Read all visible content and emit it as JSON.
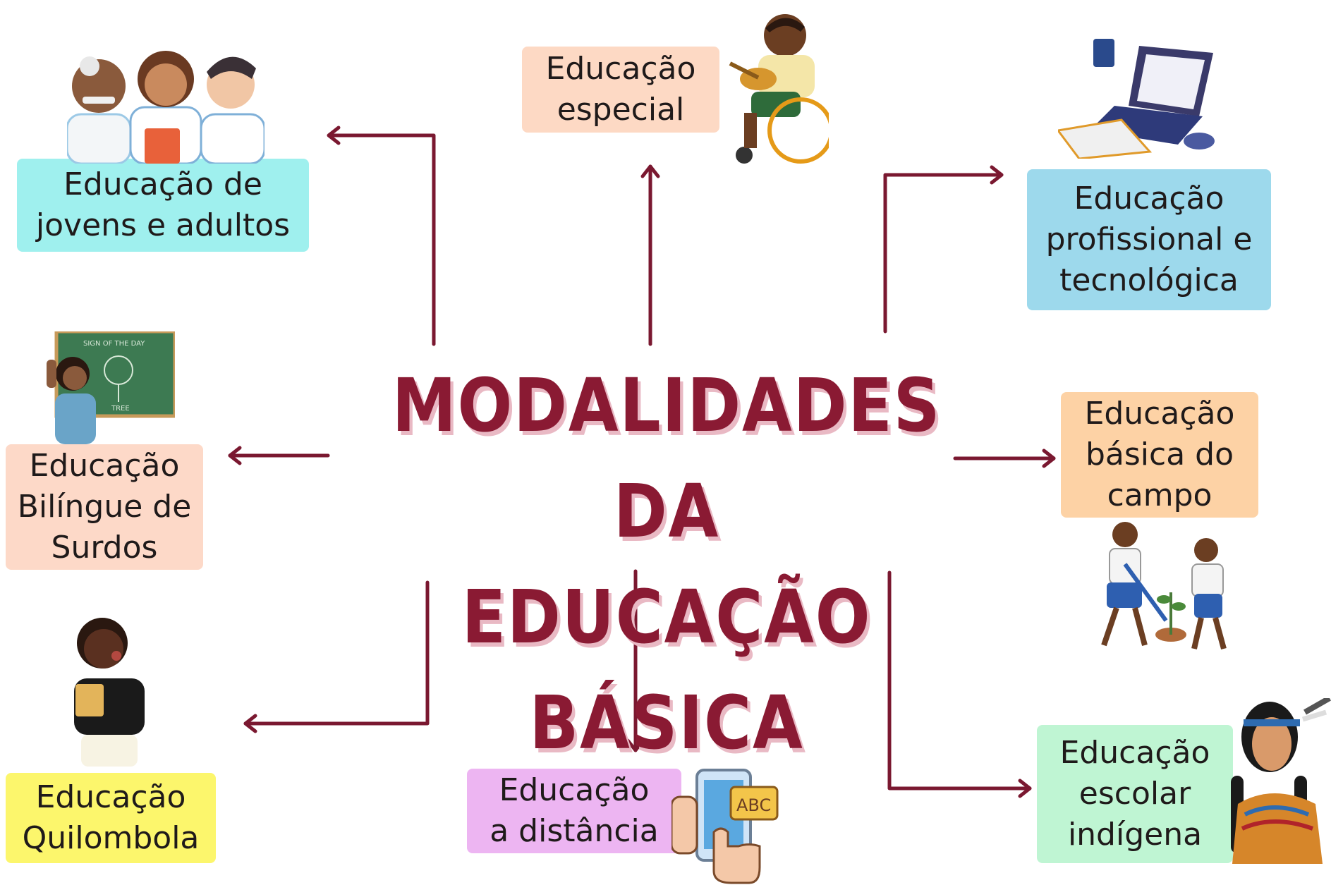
{
  "title": {
    "line1": "MODALIDADES DA",
    "line2": "EDUCAÇÃO BÁSICA"
  },
  "colors": {
    "arrow": "#7a1830",
    "title": "#8a1a33",
    "title_shadow": "#e9b9c4"
  },
  "modalities": [
    {
      "id": "jovens-adultos",
      "lines": [
        "Educação de",
        "jovens e adultos"
      ],
      "color": "#9ff0ee",
      "icon": "group-of-students-illustration"
    },
    {
      "id": "especial",
      "lines": [
        "Educação",
        "especial"
      ],
      "color": "#fdd9c4",
      "icon": "wheelchair-guitar-boy-illustration"
    },
    {
      "id": "profissional",
      "lines": [
        "Educação",
        "profissional e",
        "tecnológica"
      ],
      "color": "#9dd9ec",
      "icon": "laptop-desk-illustration"
    },
    {
      "id": "bilingue-surdos",
      "lines": [
        "Educação",
        "Bilíngue de",
        "Surdos"
      ],
      "color": "#fdd9c8",
      "icon": "sign-language-teacher-illustration"
    },
    {
      "id": "campo",
      "lines": [
        "Educação",
        "básica do",
        "campo"
      ],
      "color": "#fdd2a5",
      "icon": "children-planting-tree-illustration"
    },
    {
      "id": "quilombola",
      "lines": [
        "Educação",
        "Quilombola"
      ],
      "color": "#fcf66c",
      "icon": "boy-reading-illustration"
    },
    {
      "id": "distancia",
      "lines": [
        "Educação",
        "a distância"
      ],
      "color": "#edb5f2",
      "icon": "phone-abc-illustration"
    },
    {
      "id": "indigena",
      "lines": [
        "Educação",
        "escolar",
        "indígena"
      ],
      "color": "#bff5d3",
      "icon": "indigenous-woman-illustration"
    }
  ]
}
